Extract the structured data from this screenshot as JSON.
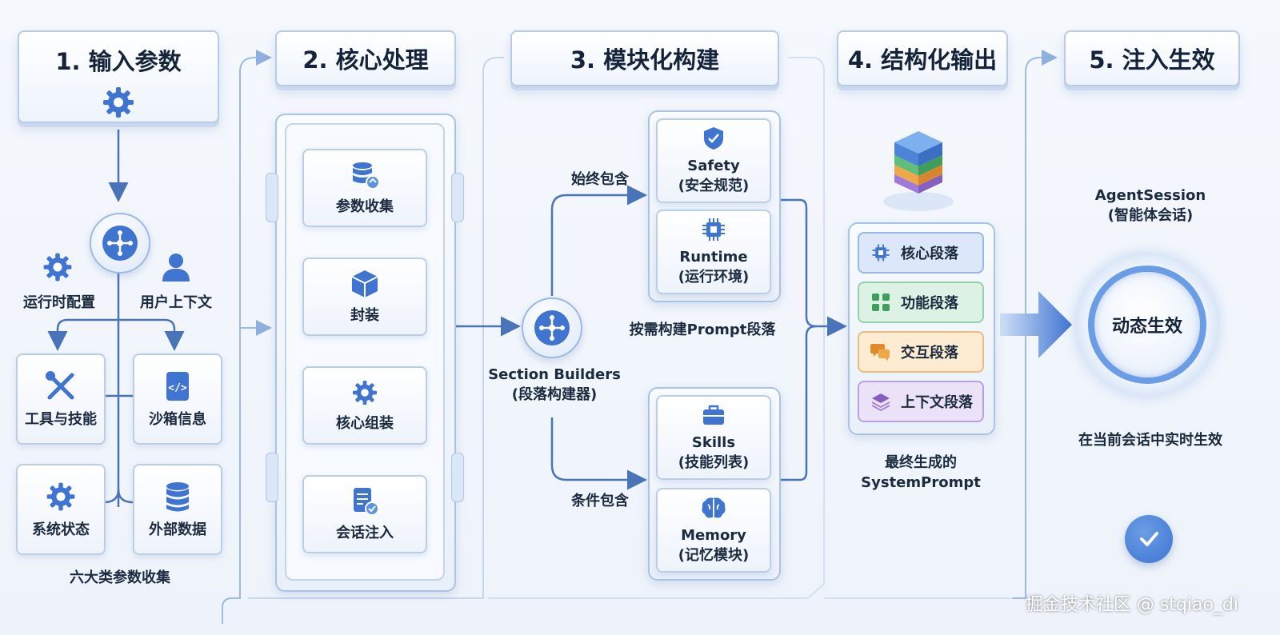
{
  "steps": {
    "s1": "1. 输入参数",
    "s2": "2. 核心处理",
    "s3": "3. 模块化构建",
    "s4": "4. 结构化输出",
    "s5": "5. 注入生效"
  },
  "inputs": {
    "runtime_config": "运行时配置",
    "user_context": "用户上下文",
    "tools_skills": "工具与技能",
    "sandbox_info": "沙箱信息",
    "system_state": "系统状态",
    "external_data": "外部数据",
    "caption": "六大类参数收集"
  },
  "core": {
    "collect": "参数收集",
    "wrap": "封装",
    "assemble": "核心组装",
    "inject": "会话注入"
  },
  "builders": {
    "hub_line1": "Section Builders",
    "hub_line2": "(段落构建器)",
    "always": "始终包含",
    "conditional": "条件包含",
    "caption": "按需构建Prompt段落",
    "safety_en": "Safety",
    "safety_zh": "(安全规范)",
    "runtime_en": "Runtime",
    "runtime_zh": "(运行环境)",
    "skills_en": "Skills",
    "skills_zh": "(技能列表)",
    "memory_en": "Memory",
    "memory_zh": "(记忆模块)"
  },
  "output": {
    "seg_core": "核心段落",
    "seg_func": "功能段落",
    "seg_interact": "交互段落",
    "seg_context": "上下文段落",
    "caption1": "最终生成的",
    "caption2": "SystemPrompt"
  },
  "effect": {
    "title1": "AgentSession",
    "title2": "(智能体会话)",
    "ring": "动态生效",
    "caption": "在当前会话中实时生效"
  },
  "watermark": "掘金技术社区 @ stqiao_di",
  "colors": {
    "accent": "#3f74d0",
    "line": "#4a74b8",
    "seg_core": "#dce8fa",
    "seg_func": "#dcf2e4",
    "seg_interact": "#fdebd2",
    "seg_context": "#ece2f8"
  }
}
